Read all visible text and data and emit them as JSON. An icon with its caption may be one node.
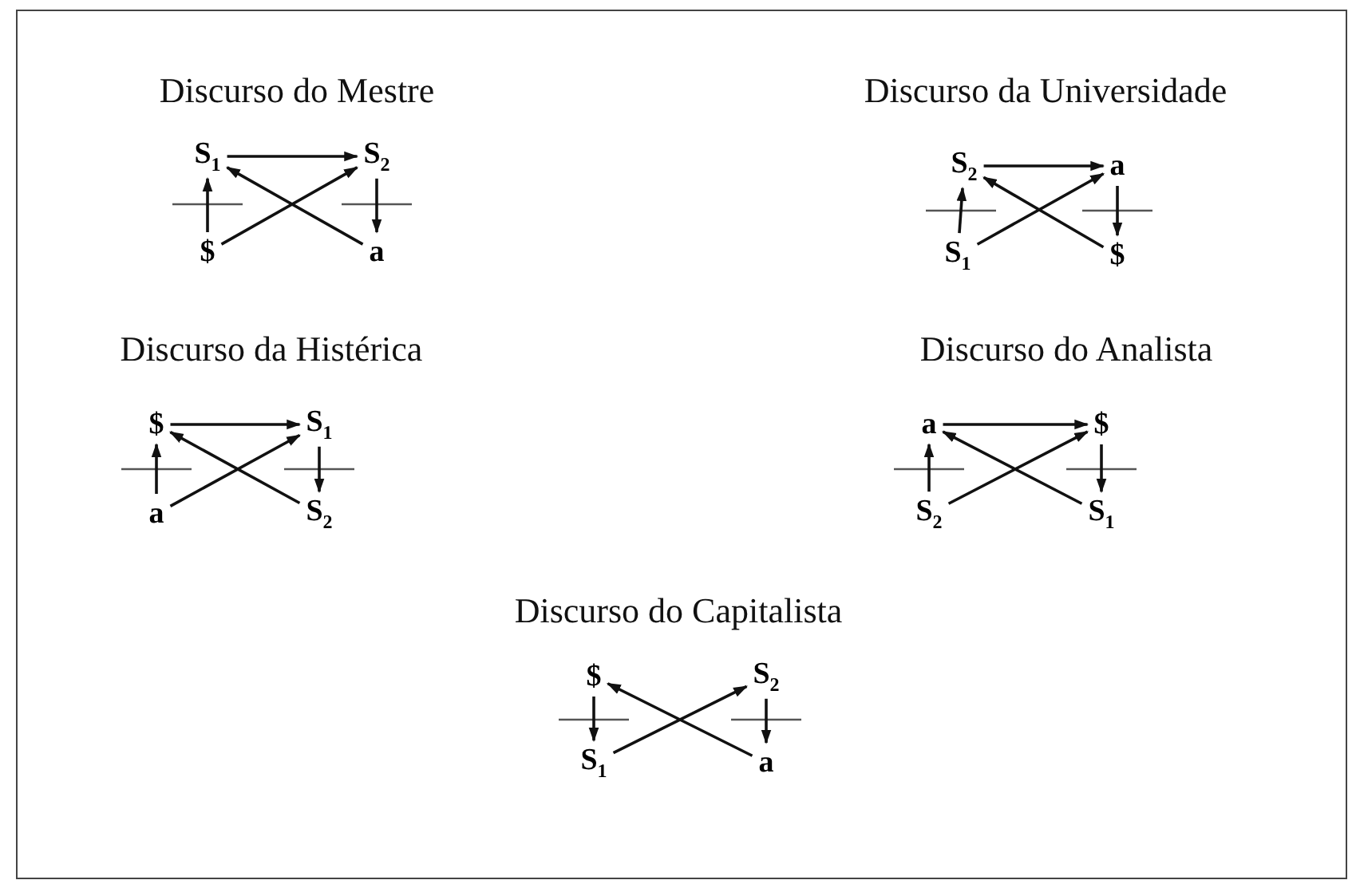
{
  "diagram": {
    "nodes": [
      {
        "text": [
          "S$_{1}$"
        ]
      },
      {
        "text": [
          "S$_{2}$"
        ]
      },
      {
        "text": [
          "$"
        ]
      },
      {
        "text": [
          "a"
        ]
      },
      {
        "text": [
          "S$_{2}$"
        ]
      },
      {
        "text": [
          "a"
        ]
      },
      {
        "text": [
          "S$_{1}$"
        ]
      },
      {
        "text": [
          "$"
        ]
      },
      {
        "text": [
          "$"
        ]
      },
      {
        "text": [
          "S$_{1}$"
        ]
      },
      {
        "text": [
          "a"
        ]
      },
      {
        "text": [
          "S$_{2}$"
        ]
      },
      {
        "text": [
          "a"
        ]
      },
      {
        "text": [
          "$"
        ]
      },
      {
        "text": [
          "S$_{2}$"
        ]
      },
      {
        "text": [
          "S$_{1}$"
        ]
      },
      {
        "text": [
          "$"
        ]
      },
      {
        "text": [
          "S$_{2}$"
        ]
      },
      {
        "text": [
          "S$_{1}$"
        ]
      },
      {
        "text": [
          "a"
        ]
      }
    ],
    "edges": [
      {
        "from": 0,
        "to": 1,
        "arrow": "to"
      },
      {
        "from": 2,
        "to": 0,
        "arrow": "to"
      },
      {
        "from": 1,
        "to": 3,
        "arrow": "to"
      },
      {
        "from": 2,
        "to": 1,
        "arrow": "to"
      },
      {
        "from": 3,
        "to": 0,
        "arrow": "to"
      },
      {
        "from": 4,
        "to": 5,
        "arrow": "to"
      },
      {
        "from": 6,
        "to": 4,
        "arrow": "to"
      },
      {
        "from": 5,
        "to": 7,
        "arrow": "to"
      },
      {
        "from": 6,
        "to": 5,
        "arrow": "to"
      },
      {
        "from": 7,
        "to": 4,
        "arrow": "to"
      },
      {
        "from": 8,
        "to": 9,
        "arrow": "to"
      },
      {
        "from": 10,
        "to": 8,
        "arrow": "to"
      },
      {
        "from": 9,
        "to": 11,
        "arrow": "to"
      },
      {
        "from": 10,
        "to": 9,
        "arrow": "to"
      },
      {
        "from": 11,
        "to": 8,
        "arrow": "to"
      },
      {
        "from": 12,
        "to": 13,
        "arrow": "to"
      },
      {
        "from": 14,
        "to": 12,
        "arrow": "to"
      },
      {
        "from": 13,
        "to": 15,
        "arrow": "to"
      },
      {
        "from": 14,
        "to": 13,
        "arrow": "to"
      },
      {
        "from": 15,
        "to": 12,
        "arrow": "to"
      },
      {
        "from": 16,
        "to": 18,
        "arrow": "to"
      },
      {
        "from": 17,
        "to": 19,
        "arrow": "to"
      },
      {
        "from": 18,
        "to": 17,
        "arrow": "to"
      },
      {
        "from": 19,
        "to": 16,
        "arrow": "to"
      }
    ],
    "labels": [
      "Discurso do Mestre",
      "Discurso da Universidade",
      "Discurso da Histérica",
      "Discurso do Analista",
      "Discurso do Capitalista"
    ]
  }
}
